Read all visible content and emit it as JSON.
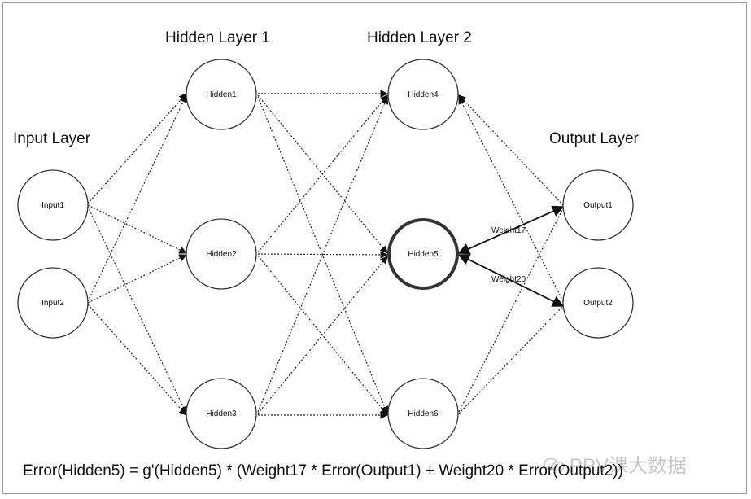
{
  "layers": {
    "input": "Input Layer",
    "hidden1": "Hidden Layer 1",
    "hidden2": "Hidden Layer 2",
    "output": "Output Layer"
  },
  "nodes": {
    "input1": "Input1",
    "input2": "Input2",
    "hidden1": "Hidden1",
    "hidden2": "Hidden2",
    "hidden3": "Hidden3",
    "hidden4": "Hidden4",
    "hidden5": "Hidden5",
    "hidden6": "Hidden6",
    "output1": "Output1",
    "output2": "Output2"
  },
  "weights": {
    "w17": "Weight17",
    "w20": "Weight20"
  },
  "formula": "Error(Hidden5) = g'(Hidden5) * (Weight17 * Error(Output1) + Weight20 * Error(Output2))",
  "watermark": "PPV课大数据"
}
